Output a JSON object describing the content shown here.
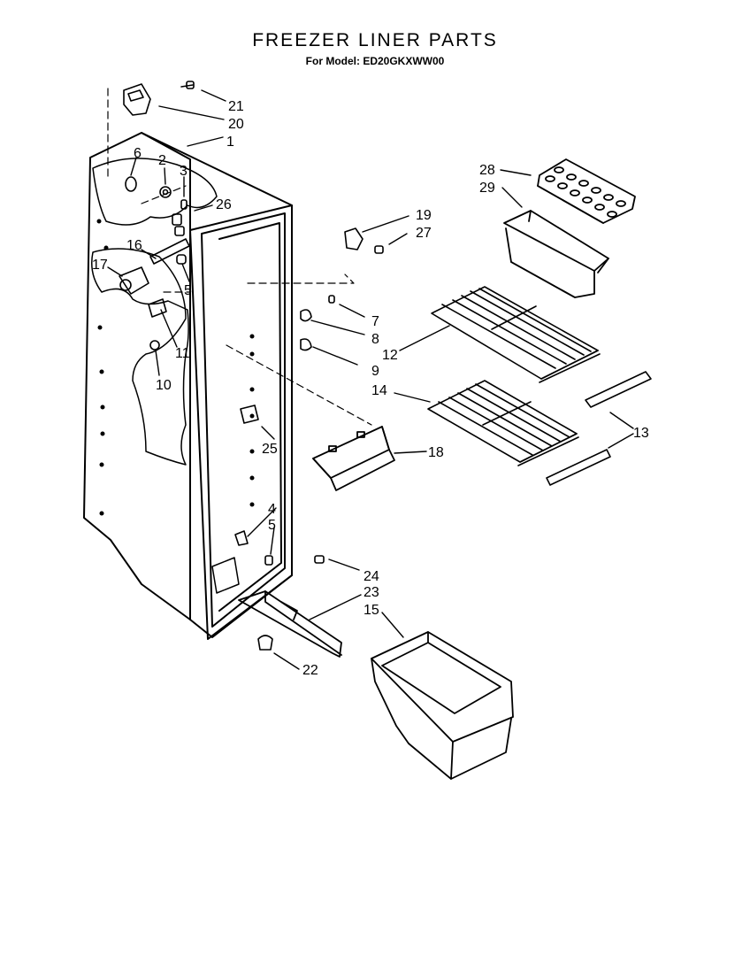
{
  "title": "FREEZER LINER PARTS",
  "subtitle": "For Model: ED20GKXWW00",
  "callouts": [
    "1",
    "2",
    "3",
    "4",
    "5",
    "5",
    "6",
    "7",
    "8",
    "9",
    "10",
    "11",
    "12",
    "13",
    "14",
    "15",
    "16",
    "17",
    "18",
    "19",
    "20",
    "21",
    "22",
    "23",
    "24",
    "25",
    "26",
    "27",
    "28",
    "29"
  ],
  "parts": [
    {
      "name": "freezer-liner",
      "callout": "1"
    },
    {
      "name": "ice-tray",
      "callout": "28"
    },
    {
      "name": "ice-bin",
      "callout": "29"
    },
    {
      "name": "upper-shelf",
      "callout": "12"
    },
    {
      "name": "lower-shelf",
      "callout": "14"
    },
    {
      "name": "shelf-supports",
      "callout": "13"
    },
    {
      "name": "bracket",
      "callout": "18"
    },
    {
      "name": "lower-basket",
      "callout": "15"
    },
    {
      "name": "slide-rail",
      "callout": "23"
    }
  ]
}
